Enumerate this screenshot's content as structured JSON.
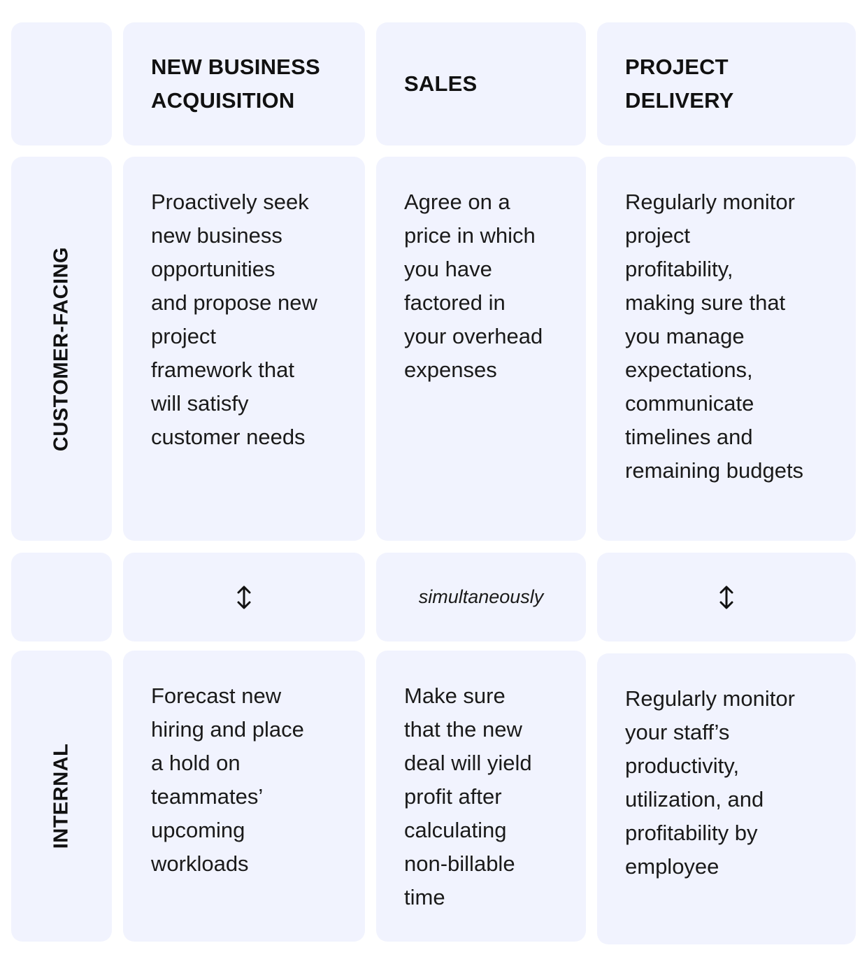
{
  "columns": [
    {
      "title_line1": "NEW BUSINESS",
      "title_line2": "ACQUISITION"
    },
    {
      "title_line1": "SALES",
      "title_line2": ""
    },
    {
      "title_line1": "PROJECT",
      "title_line2": "DELIVERY"
    }
  ],
  "rows": {
    "customer_facing": {
      "label": "CUSTOMER-FACING",
      "cells": [
        "Proactively seek\nnew business\nopportunities\nand propose new\nproject\nframework that\nwill satisfy\ncustomer needs",
        "Agree on a\nprice in which\nyou have\nfactored in\nyour overhead\nexpenses",
        "Regularly monitor\nproject\nprofitability,\nmaking sure that\nyou manage\nexpectations,\ncommunicate\ntimelines and\nremaining budgets"
      ]
    },
    "connector": {
      "label": "",
      "cells": [
        "",
        "simultaneously",
        ""
      ]
    },
    "internal": {
      "label": "INTERNAL",
      "cells": [
        "Forecast new\nhiring and place\na hold on\nteammates’\nupcoming\nworkloads",
        "Make sure\nthat the new\ndeal will yield\nprofit after\ncalculating\nnon-billable\ntime",
        "Regularly monitor\nyour staff’s\nproductivity,\nutilization, and\nprofitability by\nemployee"
      ]
    }
  },
  "icons": {
    "connector_left": "up-down-arrow-icon",
    "connector_right": "up-down-arrow-icon"
  },
  "colors": {
    "cell_bg": "#f1f3fe",
    "text": "#111111"
  }
}
